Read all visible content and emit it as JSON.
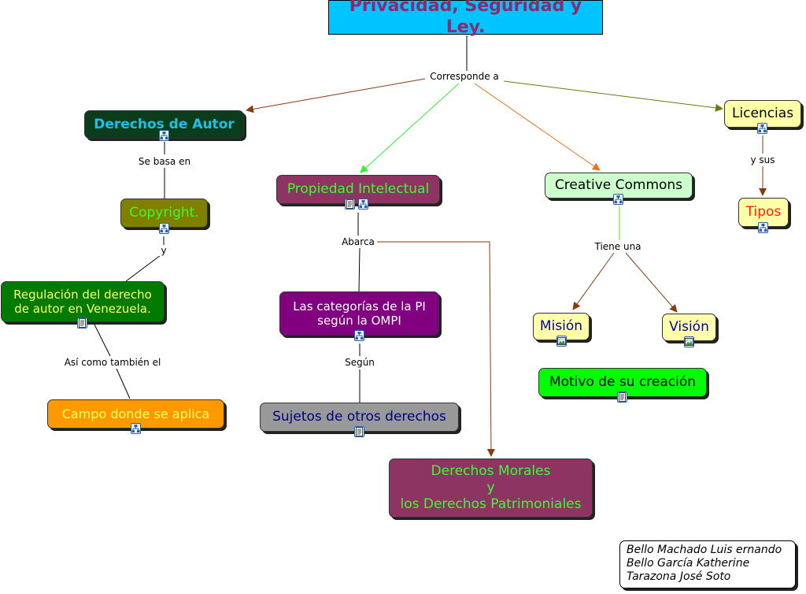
{
  "title": "Privacidad, Seguridad y Ley.",
  "nodes": {
    "derechos_autor": "Derechos de Autor",
    "propiedad_intelectual": "Propiedad Intelectual",
    "creative_commons": "Creative Commons",
    "licencias": "Licencias",
    "copyright": "Copyright.",
    "tipos": "Tipos",
    "regulacion": [
      "Regulación del derecho",
      "de autor en Venezuela."
    ],
    "categorias": [
      "Las categorías de la PI",
      "según la OMPI"
    ],
    "mision": "Misión",
    "vision": "Visión",
    "campo": "Campo donde se aplica",
    "sujetos": "Sujetos de otros derechos",
    "motivo": "Motivo de su creación",
    "derechos_morales": [
      "Derechos Morales",
      "y",
      "los Derechos Patrimoniales"
    ]
  },
  "link_labels": {
    "corresponde": "Corresponde a",
    "se_basa": "Se basa en",
    "y": "y",
    "asi_como": "Así como también el",
    "abarca": "Abarca",
    "segun": "Según",
    "tiene_una": "Tiene una",
    "y_sus": "y sus"
  },
  "authors": [
    "Bello Machado Luis ernando",
    "Bello García Katherine",
    "Tarazona José Soto"
  ],
  "icons": {
    "concept_map": "concept-map-icon",
    "document": "document-icon",
    "image": "image-icon"
  },
  "colors": {
    "title_bg": "#00c4ff",
    "title_text": "#8b2a6e",
    "derechos_autor_bg": "#0b3d1c",
    "derechos_autor_text": "#1ec0e8",
    "propiedad_bg": "#8e3463",
    "propiedad_text": "#33ff33",
    "creative_bg": "#ccffcc",
    "licencias_bg": "#ffffaa",
    "copyright_bg": "#808000",
    "copyright_text": "#33ff33",
    "tipos_text": "#ff2200",
    "regulacion_bg": "#007a00",
    "regulacion_text": "#ffff66",
    "categorias_bg": "#800080",
    "mision_text": "#0000aa",
    "campo_bg": "#ff9900",
    "campo_text": "#ffff66",
    "sujetos_bg": "#999999",
    "sujetos_text": "#000080",
    "motivo_bg": "#00ff00",
    "arrow_brown": "#8b3a0f",
    "arrow_green": "#33ee33",
    "arrow_orange": "#e8731e",
    "arrow_olive": "#6b7a10"
  }
}
